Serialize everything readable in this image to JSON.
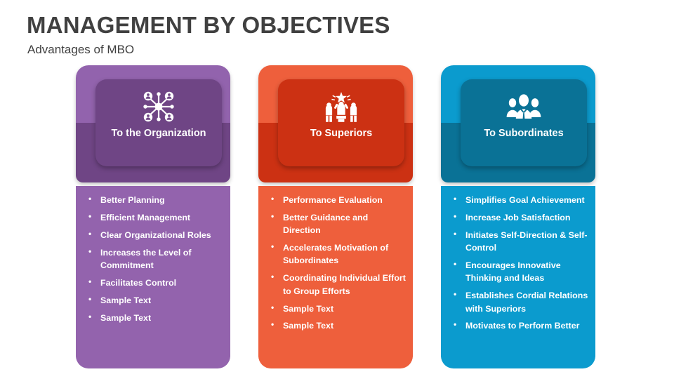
{
  "header": {
    "title": "MANAGEMENT BY OBJECTIVES",
    "subtitle": "Advantages of MBO"
  },
  "colors": {
    "title_text": "#404040",
    "purple_light": "#9263AD",
    "purple_dark": "#6F4585",
    "purple_body": "#9363AD",
    "orange_light": "#EE5F3C",
    "orange_dark": "#CC3113",
    "orange_body": "#EE5F3C",
    "blue_light": "#0B9BCE",
    "blue_dark": "#0A7296",
    "blue_body": "#0B9BCE",
    "bullet_text": "#FFFFFF"
  },
  "columns": [
    {
      "id": "organization",
      "title": "To the Organization",
      "icon": "network-hub-people-icon",
      "accent_light": "#9263AD",
      "accent_dark": "#6F4585",
      "body_color": "#9363AD",
      "bullets": [
        "Better Planning",
        "Efficient Management",
        "Clear Organizational Roles",
        "Increases the Level of Commitment",
        "Facilitates Control",
        "Sample Text",
        "Sample Text"
      ]
    },
    {
      "id": "superiors",
      "title": "To Superiors",
      "icon": "podium-winner-star-icon",
      "accent_light": "#EE5F3C",
      "accent_dark": "#CC3113",
      "body_color": "#EE5F3C",
      "bullets": [
        "Performance Evaluation",
        "Better Guidance and Direction",
        "Accelerates Motivation of Subordinates",
        "Coordinating Individual Effort to Group Efforts",
        "Sample Text",
        "Sample Text"
      ]
    },
    {
      "id": "subordinates",
      "title": "To Subordinates",
      "icon": "people-group-icon",
      "accent_light": "#0B9BCE",
      "accent_dark": "#0A7296",
      "body_color": "#0B9BCE",
      "bullets": [
        "Simplifies Goal Achievement",
        "Increase Job Satisfaction",
        "Initiates Self-Direction & Self-Control",
        "Encourages Innovative Thinking and Ideas",
        "Establishes Cordial Relations with Superiors",
        "Motivates to Perform Better"
      ]
    }
  ]
}
